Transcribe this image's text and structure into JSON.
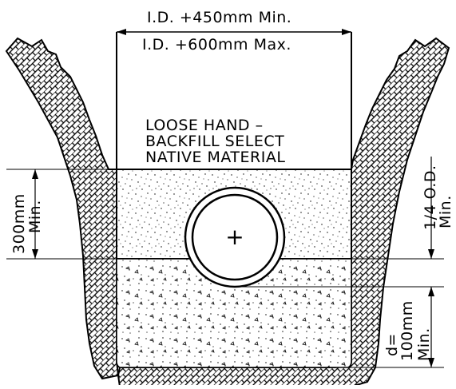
{
  "width_dimension": {
    "min_text": "I.D. +450mm Min.",
    "max_text": "I.D. +600mm Max."
  },
  "backfill_note": {
    "line1": "LOOSE HAND –",
    "line2": "BACKFILL SELECT",
    "line3": "NATIVE MATERIAL"
  },
  "cover_dimension": {
    "value": "300mm",
    "qualifier": "Min."
  },
  "haunch_dimension": {
    "value": "1/4 O.D.",
    "qualifier": "Min."
  },
  "bedding_dimension": {
    "symbol": "d=",
    "value": "100mm",
    "qualifier": "Min."
  },
  "centerline_symbol": "+"
}
